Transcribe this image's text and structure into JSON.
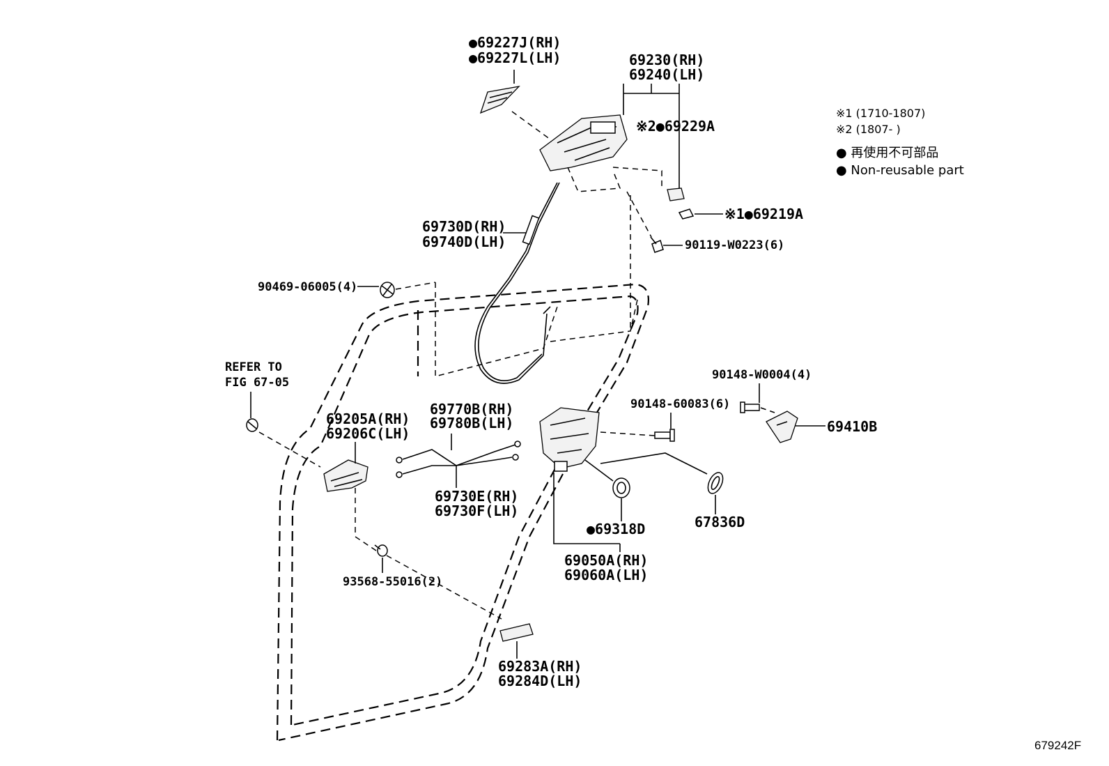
{
  "labels": {
    "p69227j": "●69227J(RH)",
    "p69227l": "●69227L(LH)",
    "p69230": "69230(RH)",
    "p69240": "69240(LH)",
    "p69229a": "※2●69229A",
    "p69219a": "※1●69219A",
    "p69730d": "69730D(RH)",
    "p69740d": "69740D(LH)",
    "p90119": "90119-W0223(6)",
    "p90469": "90469-06005(4)",
    "refer_to": "REFER TO",
    "fig_ref": "FIG 67-05",
    "p69205a": "69205A(RH)",
    "p69206c": "69206C(LH)",
    "p69770b": "69770B(RH)",
    "p69780b": "69780B(LH)",
    "p69730e": "69730E(RH)",
    "p69730f": "69730F(LH)",
    "p90148_60083": "90148-60083(6)",
    "p90148_w0004": "90148-W0004(4)",
    "p69410b": "69410B",
    "p69318d": "●69318D",
    "p67836d": "67836D",
    "p69050a": "69050A(RH)",
    "p69060a": "69060A(LH)",
    "p93568": "93568-55016(2)",
    "p69283a": "69283A(RH)",
    "p69284d": "69284D(LH)"
  },
  "legend": {
    "note1": "※1 (1710-1807)",
    "note2": "※2 (1807-      )",
    "nonreuse_jp": "● 再使用不可部品",
    "nonreuse_en": "● Non-reusable part"
  },
  "figure_id": "679242F"
}
